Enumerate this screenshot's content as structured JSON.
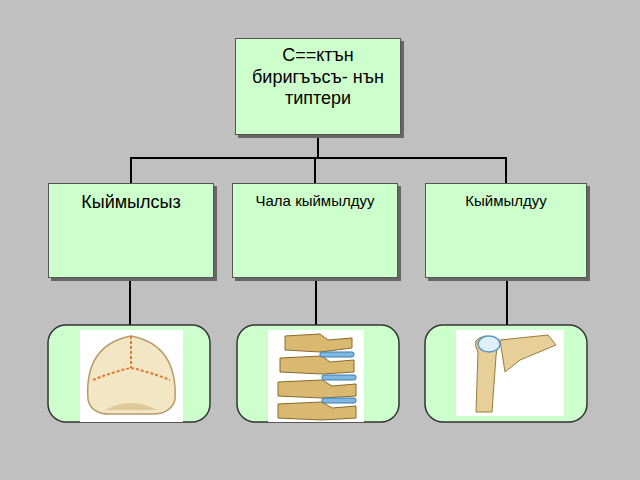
{
  "diagram": {
    "nodes": [
      {
        "text": [
          "С==ктън биригъъсъ- нън типтери"
        ]
      },
      {
        "text": [
          "Кыймылсыз"
        ]
      },
      {
        "text": [
          "Чала кыймылдуу"
        ]
      },
      {
        "text": [
          "Кыймылдуу"
        ]
      }
    ],
    "edges": [
      {
        "from": 0,
        "to": 1,
        "arrow": "none"
      },
      {
        "from": 0,
        "to": 2,
        "arrow": "none"
      },
      {
        "from": 0,
        "to": 3,
        "arrow": "none"
      }
    ]
  }
}
